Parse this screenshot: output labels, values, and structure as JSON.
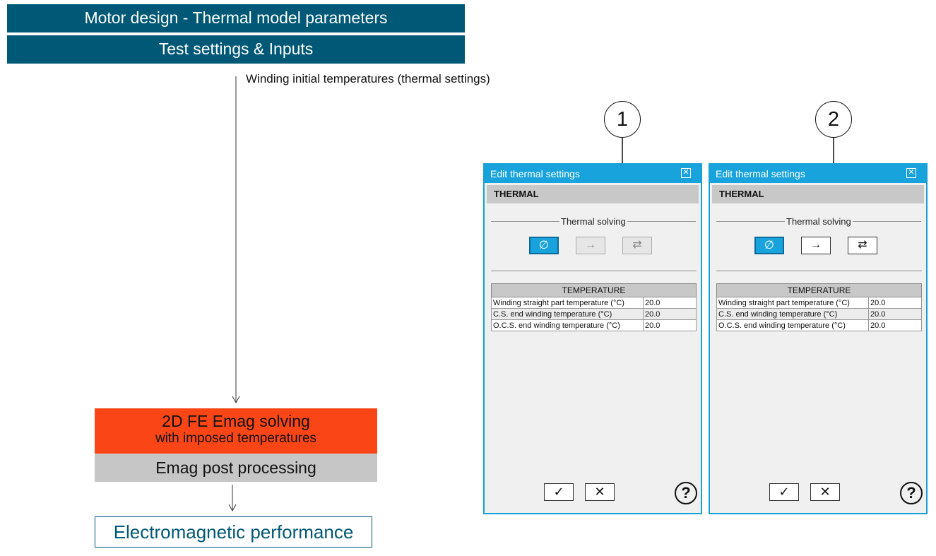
{
  "header": {
    "title": "Motor design - Thermal model parameters",
    "subtitle": "Test settings & Inputs"
  },
  "flow": {
    "input_label": "Winding initial temperatures (thermal settings)",
    "solving_line1": "2D FE Emag solving",
    "solving_line2": "with imposed temperatures",
    "post_processing": "Emag post processing",
    "result": "Electromagnetic performance"
  },
  "colors": {
    "header_bar": "#005877",
    "solving_box": "#fa4616",
    "post_box": "#c6c6c6",
    "dialog_accent": "#19a3dd"
  },
  "dialogs": [
    {
      "callout": "1",
      "title": "Edit thermal settings",
      "close_icon": "close-icon",
      "section": "THERMAL",
      "group_label": "Thermal solving",
      "modes": [
        {
          "icon": "none-icon",
          "glyph": "∅",
          "state": "selected"
        },
        {
          "icon": "arrow-right-icon",
          "glyph": "→",
          "state": "disabled"
        },
        {
          "icon": "arrows-swap-icon",
          "glyph": "⇄",
          "state": "disabled"
        }
      ],
      "table": {
        "header": "TEMPERATURE",
        "rows": [
          {
            "label": "Winding straight part temperature (°C)",
            "value": "20.0"
          },
          {
            "label": "C.S. end winding temperature (°C)",
            "value": "20.0"
          },
          {
            "label": "O.C.S. end winding temperature (°C)",
            "value": "20.0"
          }
        ]
      },
      "ok_glyph": "✓",
      "cancel_glyph": "✕",
      "help_glyph": "?"
    },
    {
      "callout": "2",
      "title": "Edit thermal settings",
      "close_icon": "close-icon",
      "section": "THERMAL",
      "group_label": "Thermal solving",
      "modes": [
        {
          "icon": "none-icon",
          "glyph": "∅",
          "state": "selected"
        },
        {
          "icon": "arrow-right-icon",
          "glyph": "→",
          "state": "enabled"
        },
        {
          "icon": "arrows-swap-icon",
          "glyph": "⇄",
          "state": "enabled"
        }
      ],
      "table": {
        "header": "TEMPERATURE",
        "rows": [
          {
            "label": "Winding straight part temperature (°C)",
            "value": "20.0"
          },
          {
            "label": "C.S. end winding temperature (°C)",
            "value": "20.0"
          },
          {
            "label": "O.C.S. end winding temperature (°C)",
            "value": "20.0"
          }
        ]
      },
      "ok_glyph": "✓",
      "cancel_glyph": "✕",
      "help_glyph": "?"
    }
  ]
}
